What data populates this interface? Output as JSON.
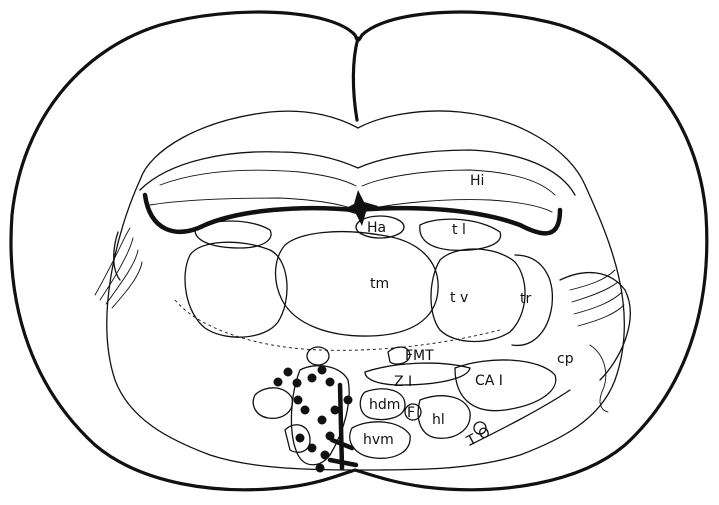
{
  "diagram": {
    "colors": {
      "ink": "#111111",
      "paper": "#ffffff"
    },
    "labels": {
      "hi": "Hi",
      "ha": "Ha",
      "tl": "t l",
      "tm": "tm",
      "tv": "t v",
      "tr": "tr",
      "fmt": "FMT",
      "zi": "Z I",
      "cai": "CA I",
      "cp": "cp",
      "hdm": "hdm",
      "f": "F",
      "hl": "hl",
      "hvm": "hvm",
      "to": "T O"
    }
  }
}
